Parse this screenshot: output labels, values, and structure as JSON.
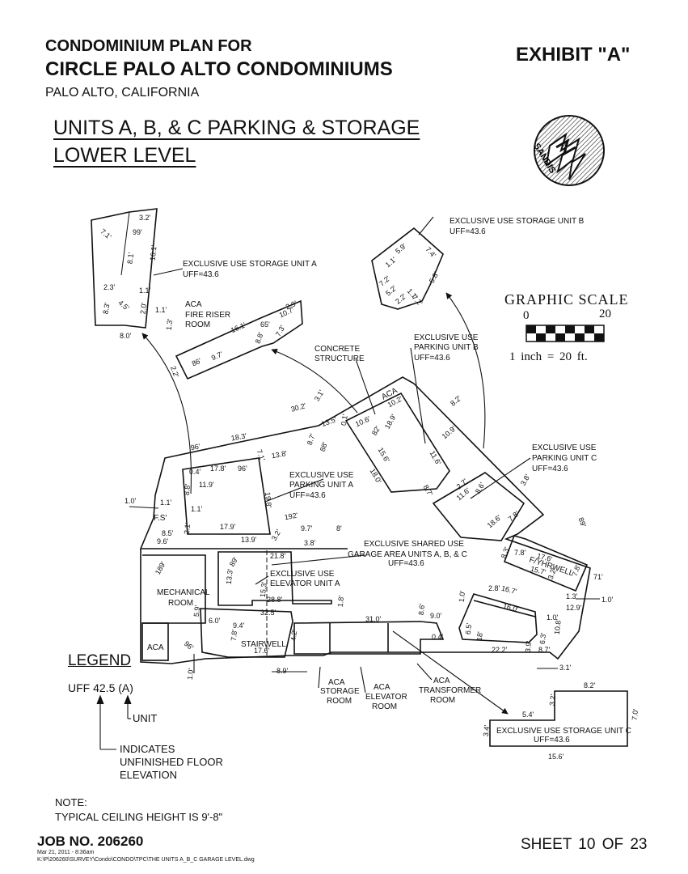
{
  "header": {
    "title_line1": "CONDOMINIUM PLAN FOR",
    "title_line2": "CIRCLE PALO ALTO CONDOMINIUMS",
    "location": "PALO ALTO, CALIFORNIA",
    "exhibit": "EXHIBIT \"A\"",
    "subtitle_line1": "UNITS A, B, & C PARKING & STORAGE",
    "subtitle_line2": "LOWER LEVEL"
  },
  "logo": {
    "text": "SANDIS"
  },
  "graphic_scale": {
    "title": "GRAPHIC SCALE",
    "label_start": "0",
    "label_end": "20",
    "ratio": "1 inch = 20 ft."
  },
  "areas": {
    "storage_a_line1": "EXCLUSIVE USE STORAGE UNIT A",
    "storage_a_line2": "UFF=43.6",
    "storage_b_line1": "EXCLUSIVE USE STORAGE UNIT B",
    "storage_b_line2": "UFF=43.6",
    "storage_c_line1": "EXCLUSIVE USE STORAGE UNIT C",
    "storage_c_line2": "UFF=43.6",
    "fire_riser_line1": "ACA",
    "fire_riser_line2": "FIRE RISER",
    "fire_riser_line3": "ROOM",
    "concrete_line1": "CONCRETE",
    "concrete_line2": "STRUCTURE",
    "parking_b_line1": "EXCLUSIVE USE",
    "parking_b_line2": "PARKING UNIT B",
    "parking_b_line3": "UFF=43.6",
    "parking_a_line1": "EXCLUSIVE USE",
    "parking_a_line2": "PARKING UNIT A",
    "parking_a_line3": "UFF=43.6",
    "parking_c_line1": "EXCLUSIVE USE",
    "parking_c_line2": "PARKING UNIT C",
    "parking_c_line3": "UFF=43.6",
    "garage_line1": "EXCLUSIVE SHARED USE",
    "garage_line2": "GARAGE AREA UNITS A, B, & C",
    "garage_line3": "UFF=43.6",
    "elevator_line1": "EXCLUSIVE USE",
    "elevator_line2": "ELEVATOR UNIT A",
    "mechanical_line1": "MECHANICAL",
    "mechanical_line2": "ROOM",
    "stairwell": "STAIRWELL",
    "aca_small": "ACA",
    "aca_top": "ACA",
    "flyrwell": "F/YHRWELL",
    "fs": "F.S'",
    "aca_storage_line1": "ACA",
    "aca_storage_line2": "STORAGE",
    "aca_storage_line3": "ROOM",
    "aca_elevator_line1": "ACA",
    "aca_elevator_line2": "ELEVATOR",
    "aca_elevator_line3": "ROOM",
    "aca_transformer_line1": "ACA",
    "aca_transformer_line2": "TRANSFORMER",
    "aca_transformer_line3": "ROOM"
  },
  "dimensions": {
    "d_3_2": "3.2'",
    "d_7_1": "7.1'",
    "d_99": "99'",
    "d_16_1": "16.1'",
    "d_8_1": "8.1'",
    "d_2_3": "2.3'",
    "d_1_1a": "1.1'",
    "d_8_3": "8.3'",
    "d_4_5": "4.5'",
    "d_2_0": "2.0'",
    "d_1_1b": "1.1'",
    "d_1_3": "1.3'",
    "d_8_0": "8.0'",
    "d_5_9": "5.9'",
    "d_7_4": "7.4'",
    "d_1_1c": "1.1'",
    "d_7_2a": "7.2'",
    "d_5_2": "5.2'",
    "d_2_2": "2.2'",
    "d_1_1d": "1.1'",
    "d_7_2b": "7.2'",
    "d_5_8": "5.8'",
    "d_2_9": "2.9'",
    "d_10_7": "10.7'",
    "d_16_1b": "16.1'",
    "d_65": "65'",
    "d_7_3": "7.3'",
    "d_8_8": "8.8'",
    "d_9_7": "9.7'",
    "d_86": "86'",
    "d_2_2b": "2.2'",
    "d_30_2": "30.2'",
    "d_3_1": "3.1'",
    "d_13_5": "13.5'",
    "d_10_2": "10.2'",
    "d_8_2": "8.2'",
    "d_10_6": "10.6'",
    "d_82": "82'",
    "d_18_9": "18.9'",
    "d_0_1": "0.1'",
    "d_18_3": "18.3'",
    "d_96": "96'",
    "d_13_8": "13.8'",
    "d_7_1b": "7.1'",
    "d_8_7": "8.7'",
    "d_88": "88'",
    "d_0_4": "0.4'",
    "d_17_8": "17.8'",
    "d_96b": "96'",
    "d_11_9": "11.9'",
    "d_8_8b": "8.8'",
    "d_19_8": "19.8'",
    "d_1_0": "1.0'",
    "d_1_1e": "1.1'",
    "d_1_1f": "1.1'",
    "d_17_9": "17.9'",
    "d_192": "192'",
    "d_9_7b": "9.7'",
    "d_3_2b": "3.2'",
    "d_13_9": "13.9'",
    "d_3_8": "3.8'",
    "d_8": "8'",
    "d_8_5": "8.5'",
    "d_9_6": "9.6'",
    "d_2_1": "2.1'",
    "d_15_6": "15.6'",
    "d_18_0": "18.0'",
    "d_11_6": "11.6'",
    "d_10_9": "10.9'",
    "d_8_7b": "8.7'",
    "d_2_7": "2.7'",
    "d_11_6b": "11.6'",
    "d_8_6": "8.6'",
    "d_18_6": "18.6'",
    "d_7_8": "7.8'",
    "d_3_8b": "3.8'",
    "d_89": "89'",
    "d_21_8": "21.8'",
    "d_89b": "89'",
    "d_13_3": "13.3'",
    "d_15_3": "15.3'",
    "d_28_8": "28.8'",
    "d_1_8": "1.8'",
    "d_8_3b": "8.3'",
    "d_7_8b": "7.8'",
    "d_17_6": "17.6'",
    "d_15_7": "15.7'",
    "d_3_2c": "3.2'",
    "d_7_8c": "7.8'",
    "d_71": "71'",
    "d_16_7": "16.7'",
    "d_2_8": "2.8'",
    "d_1_3b": "1.3'",
    "d_12_9": "12.9'",
    "d_1_0b": "1.0'",
    "d_16_0": "16.0'",
    "d_1_0c": "1.0'",
    "d_10_8": "10.8'",
    "d_8_7c": "8.7'",
    "d_3_1b": "3.1'",
    "d_6_3": "6.3'",
    "d_3_9": "3.9'",
    "d_22_2": "22.2'",
    "d_18b": "18'",
    "d_6_5": "6.5'",
    "d_1_0d": "1.0'",
    "d_31_0": "31.0'",
    "d_8_6b": "8.6'",
    "d_9_0": "9.0'",
    "d_0_4b": "0.4'",
    "d_32_5": "32.5'",
    "d_9_4": "9.4'",
    "d_6_0": "6.0'",
    "d_5_9b": "5.9'",
    "d_96c": "96'",
    "d_7_8d": "7.8'",
    "d_17_6b": "17.6'",
    "d_4_2": "4.2'",
    "d_8_9": "8.9'",
    "d_1_0e": "1.0'",
    "d_189": "189'",
    "d_8_2b": "8.2'",
    "d_3_2d": "3.2'",
    "d_7_0": "7.0'",
    "d_5_4": "5.4'",
    "d_3_4": "3.4'",
    "d_15_6b": "15.6'"
  },
  "legend": {
    "title": "LEGEND",
    "sample": "UFF 42.5 (A)",
    "unit_label": "UNIT",
    "indicates": "INDICATES UNFINISHED FLOOR ELEVATION"
  },
  "note": {
    "title": "NOTE:",
    "text": "TYPICAL CEILING HEIGHT IS 9'-8\""
  },
  "footer": {
    "job": "JOB NO. 206260",
    "timestamp": "Mar 21, 2011 - 8:36am",
    "path": "K:\\P\\206260\\SURVEY\\Condo\\CONDO\\TPC\\THE UNITS A_B_C GARAGE LEVEL.dwg",
    "sheet": "SHEET 10 OF 23"
  }
}
